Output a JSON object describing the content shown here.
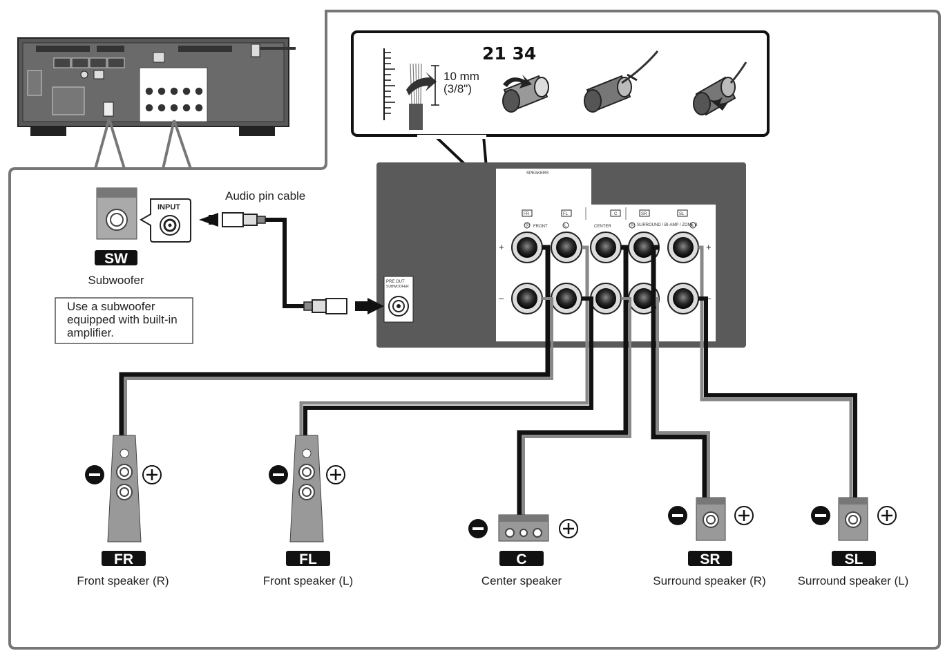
{
  "step_numbers": "21 34",
  "strip": {
    "length": "10 mm",
    "length_in": "(3/8\")"
  },
  "cable_label": "Audio pin cable",
  "subwoofer": {
    "input_label": "INPUT",
    "badge": "SW",
    "name": "Subwoofer",
    "note_lines": [
      "Use a subwoofer",
      "equipped with built-in",
      "amplifier."
    ]
  },
  "receiver_panel": {
    "speakers_header": "SPEAKERS",
    "pre_out_label": "PRE OUT",
    "pre_out_sub": "SUBWOOFER",
    "channel_tags": [
      "FR",
      "FL",
      "C",
      "SR",
      "SL"
    ],
    "group_labels": [
      "FRONT",
      "CENTER",
      "SURROUND / BI-AMP / ZONE B"
    ],
    "side_marks": [
      "R",
      "L",
      "R",
      "L"
    ],
    "polarity_plus": "+",
    "polarity_minus": "–"
  },
  "speakers": [
    {
      "badge": "FR",
      "name": "Front speaker (R)"
    },
    {
      "badge": "FL",
      "name": "Front speaker (L)"
    },
    {
      "badge": "C",
      "name": "Center speaker"
    },
    {
      "badge": "SR",
      "name": "Surround speaker (R)"
    },
    {
      "badge": "SL",
      "name": "Surround speaker (L)"
    }
  ]
}
